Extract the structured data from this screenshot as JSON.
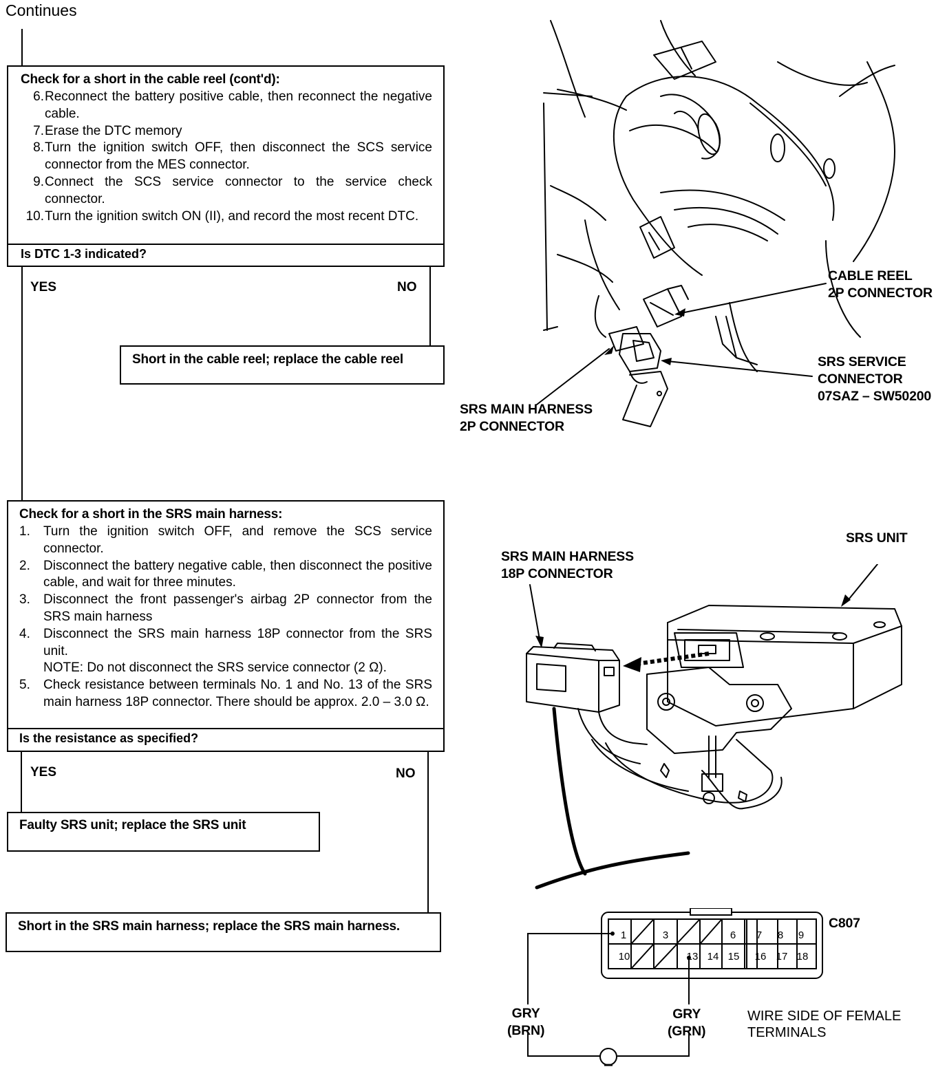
{
  "header": {
    "continues": "Continues"
  },
  "box1": {
    "title": "Check for a short in the cable reel (cont'd):",
    "steps": [
      {
        "num": "6.",
        "text": "Reconnect the battery positive cable, then reconnect the negative cable."
      },
      {
        "num": "7.",
        "text": "Erase the DTC memory"
      },
      {
        "num": "8.",
        "text": "Turn the ignition switch OFF, then disconnect the SCS service connector from the MES connector."
      },
      {
        "num": "9.",
        "text": "Connect the SCS service connector to the service check connector."
      },
      {
        "num": "10.",
        "text": "Turn the ignition switch ON (II), and record the most recent DTC."
      }
    ],
    "question": "Is DTC 1-3 indicated?",
    "yes": "YES",
    "no": "NO"
  },
  "result1": {
    "text": "Short in the cable reel; replace the cable reel"
  },
  "box2": {
    "title": "Check for a short in the SRS main harness:",
    "steps": [
      {
        "num": "1.",
        "text": "Turn the ignition switch OFF, and remove the SCS service connector."
      },
      {
        "num": "2.",
        "text": "Disconnect the battery negative cable, then disconnect the positive cable, and wait for three minutes."
      },
      {
        "num": "3.",
        "text": "Disconnect the front passenger's airbag 2P connector from the SRS main harness"
      },
      {
        "num": "4.",
        "text": "Disconnect the SRS main harness 18P connector from the SRS unit."
      },
      {
        "num": "",
        "text": "NOTE:  Do not disconnect the SRS service connector (2 Ω)."
      },
      {
        "num": "5.",
        "text": "Check resistance between terminals No. 1 and No. 13 of the SRS main harness 18P connector. There should be approx. 2.0 – 3.0 Ω."
      }
    ],
    "question": "Is the resistance as specified?",
    "yes": "YES",
    "no": "NO"
  },
  "result2": {
    "text": "Faulty SRS unit; replace the SRS unit"
  },
  "result3": {
    "text": "Short in the SRS main harness; replace the SRS main harness."
  },
  "figure1": {
    "cable_reel_line1": "CABLE REEL",
    "cable_reel_line2": "2P CONNECTOR",
    "srs_service_line1": "SRS SERVICE",
    "srs_service_line2": "CONNECTOR",
    "srs_service_line3": "07SAZ – SW50200",
    "main_harness_line1": "SRS MAIN HARNESS",
    "main_harness_line2": "2P CONNECTOR"
  },
  "figure2": {
    "harness_line1": "SRS MAIN HARNESS",
    "harness_line2": "18P CONNECTOR",
    "srs_unit": "SRS UNIT"
  },
  "connector": {
    "id": "C807",
    "top_row": [
      "1",
      "3",
      "6",
      "7",
      "8",
      "9"
    ],
    "bottom_row": [
      "10",
      "13",
      "14",
      "15",
      "16",
      "17",
      "18"
    ],
    "wire_left_line1": "GRY",
    "wire_left_line2": "(BRN)",
    "wire_right_line1": "GRY",
    "wire_right_line2": "(GRN)",
    "wire_side_line1": "WIRE SIDE OF FEMALE",
    "wire_side_line2": "TERMINALS"
  }
}
